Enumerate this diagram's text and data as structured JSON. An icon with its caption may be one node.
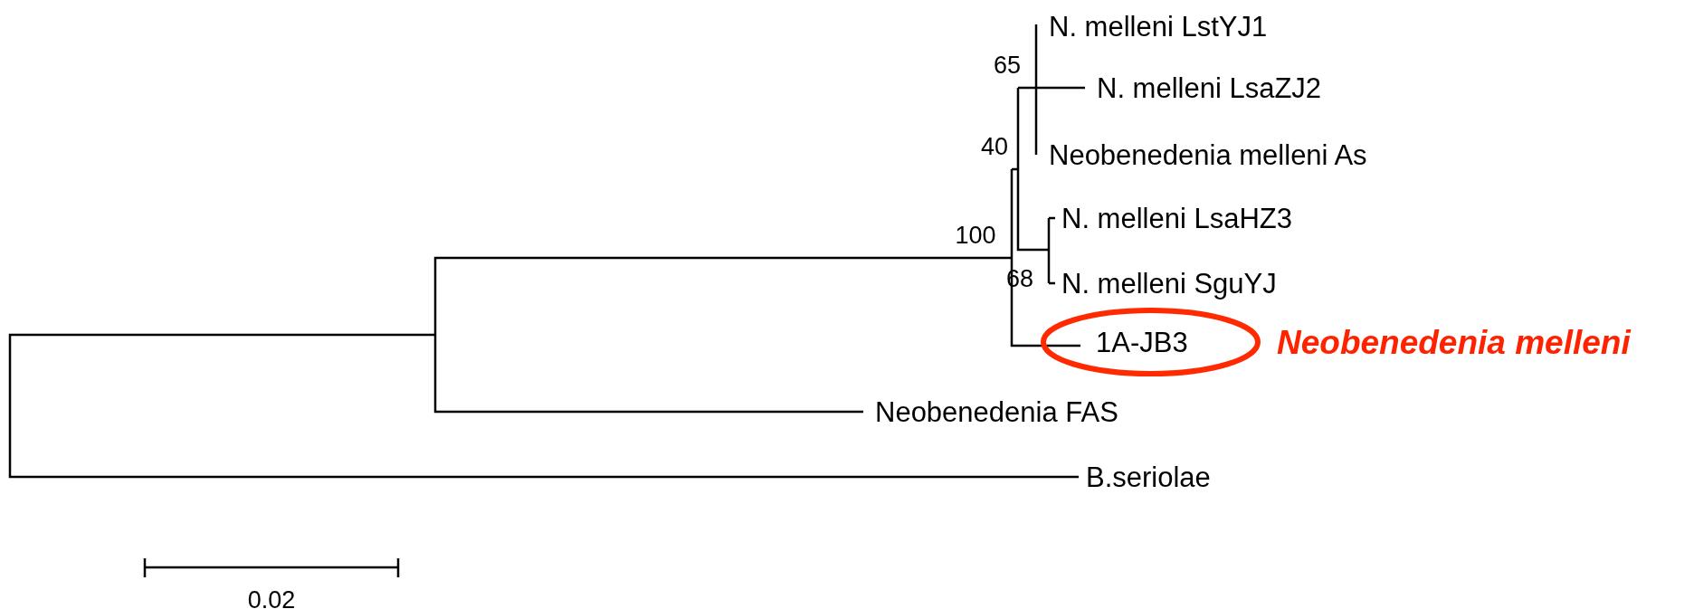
{
  "diagram": {
    "nodes": [
      {
        "text": [
          "1A-JB3"
        ],
        "beside": [
          "Neobenedenia melleni"
        ]
      }
    ],
    "labels": [
      "N. melleni LstYJ1",
      "65",
      "N. melleni LsaZJ2",
      "40",
      "Neobenedenia melleni As",
      "N. melleni LsaHZ3",
      "100",
      "68",
      "N. melleni SguYJ",
      "Neobenedenia FAS",
      "B.seriolae",
      "0.02"
    ]
  }
}
